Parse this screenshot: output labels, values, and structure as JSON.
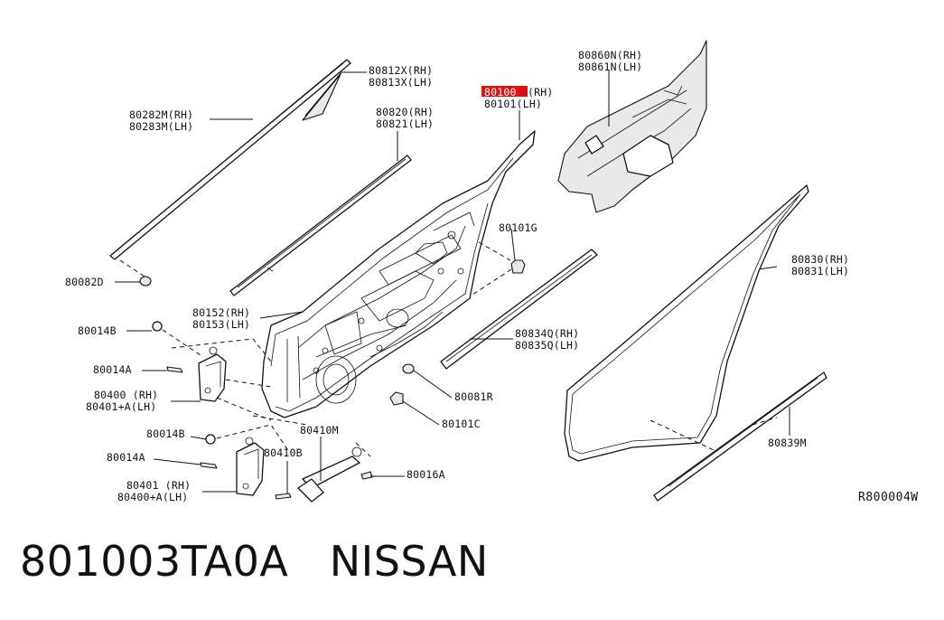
{
  "labels": {
    "p80812": "80812X(RH)",
    "p80813": "80813X(LH)",
    "p80100": "80100",
    "p80100_side": "(RH)",
    "p80101": "80101(LH)",
    "p80282": "80282M(RH)",
    "p80283": "80283M(LH)",
    "p80820": "80820(RH)",
    "p80821": "80821(LH)",
    "p80860": "80860N(RH)",
    "p80861": "80861N(LH)",
    "p80101g": "80101G",
    "p80082d": "80082D",
    "p80830": "80830(RH)",
    "p80831": "80831(LH)",
    "p80152": "80152(RH)",
    "p80153": "80153(LH)",
    "p80014b_1": "80014B",
    "p80834": "80834Q(RH)",
    "p80835": "80835Q(LH)",
    "p80014a_1": "80014A",
    "p80400": "80400 (RH)",
    "p80401a": "80401+A(LH)",
    "p80081r": "80081R",
    "p80101c": "80101C",
    "p80410m": "80410M",
    "p80014b_2": "80014B",
    "p80410b": "80410B",
    "p80014a_2": "80014A",
    "p80016a": "80016A",
    "p80401": "80401 (RH)",
    "p80400a": "80400+A(LH)",
    "p80839m": "80839M"
  },
  "diagram_code": "R800004W",
  "caption": {
    "part_number": "801003TA0A",
    "brand": "NISSAN"
  },
  "highlight_color": "#e01010"
}
